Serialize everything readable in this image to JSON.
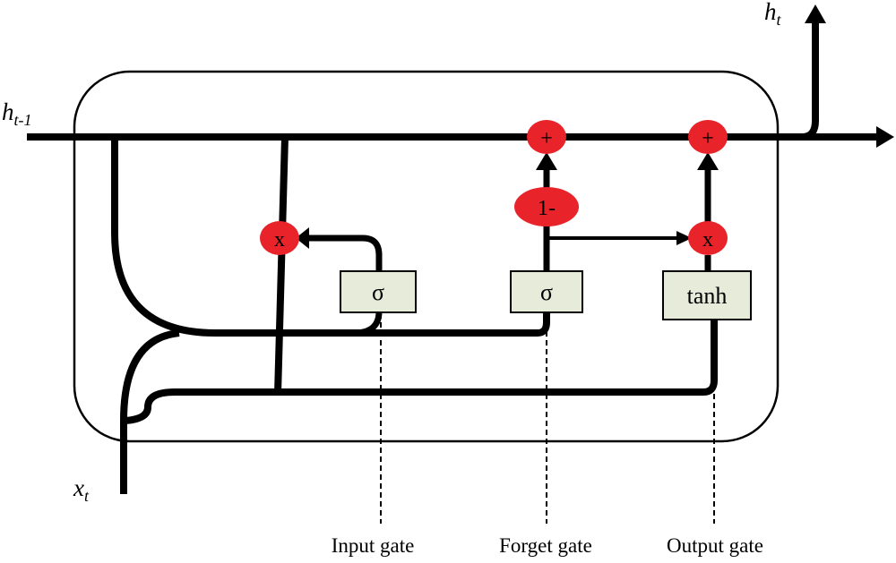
{
  "colors": {
    "line": "#000000",
    "operator_fill": "#e8232a",
    "gate_box_fill": "#e6ebda",
    "gate_box_stroke": "#000000",
    "background": "#ffffff"
  },
  "variables": {
    "h_top": {
      "base": "h",
      "sub": "t"
    },
    "h_prev": {
      "base": "h",
      "sub": "t-1"
    },
    "x": {
      "base": "x",
      "sub": "t"
    }
  },
  "operators": {
    "mult_input": "x",
    "mult_output": "x",
    "plus_forget": "+",
    "plus_output": "+",
    "one_minus": "1-"
  },
  "gates": {
    "input_activation": "σ",
    "forget_activation": "σ",
    "output_activation": "tanh"
  },
  "captions": {
    "input_gate": "Input gate",
    "forget_gate": "Forget gate",
    "output_gate": "Output gate"
  }
}
